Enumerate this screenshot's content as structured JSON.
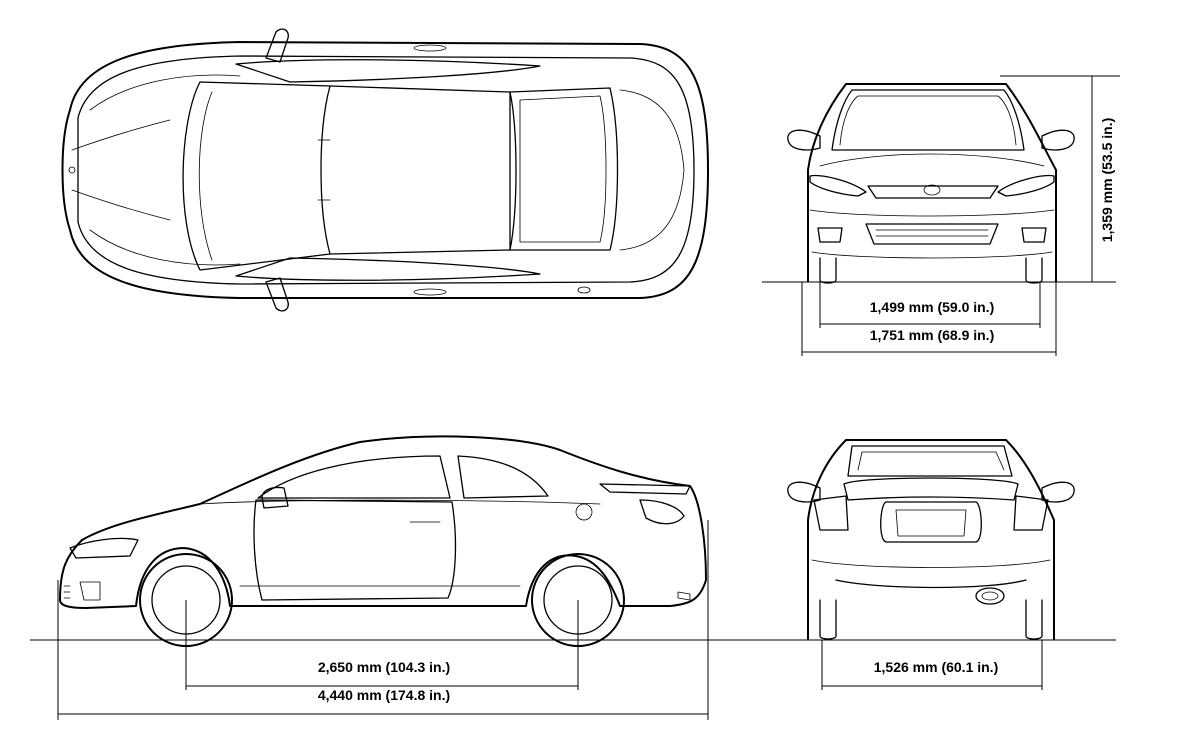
{
  "dimensions": {
    "front_track": "1,499 mm (59.0 in.)",
    "overall_width": "1,751 mm (68.9 in.)",
    "overall_height": "1,359 mm (53.5 in.)",
    "wheelbase": "2,650 mm (104.3 in.)",
    "overall_length": "4,440 mm (174.8 in.)",
    "rear_track": "1,526 mm (60.1 in.)"
  }
}
